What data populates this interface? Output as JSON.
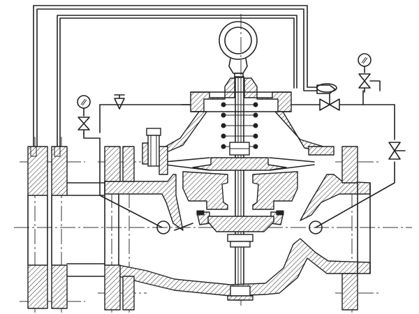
{
  "diagram": {
    "description_type": "valve-section-drawing",
    "components": [
      {
        "id": "lifting-eye"
      },
      {
        "id": "pilot-valve"
      },
      {
        "id": "pressure-gauge-left"
      },
      {
        "id": "pressure-gauge-right"
      },
      {
        "id": "needle-valve-left"
      },
      {
        "id": "needle-valve-right"
      },
      {
        "id": "isolation-valve-right"
      },
      {
        "id": "diaphragm-chamber"
      },
      {
        "id": "main-valve-body"
      },
      {
        "id": "inlet-flange"
      },
      {
        "id": "outlet-flange"
      },
      {
        "id": "orifice-plate-flange"
      },
      {
        "id": "ball-valve-tap"
      }
    ],
    "colors": {
      "line": "#222222",
      "background": "#ffffff"
    }
  }
}
